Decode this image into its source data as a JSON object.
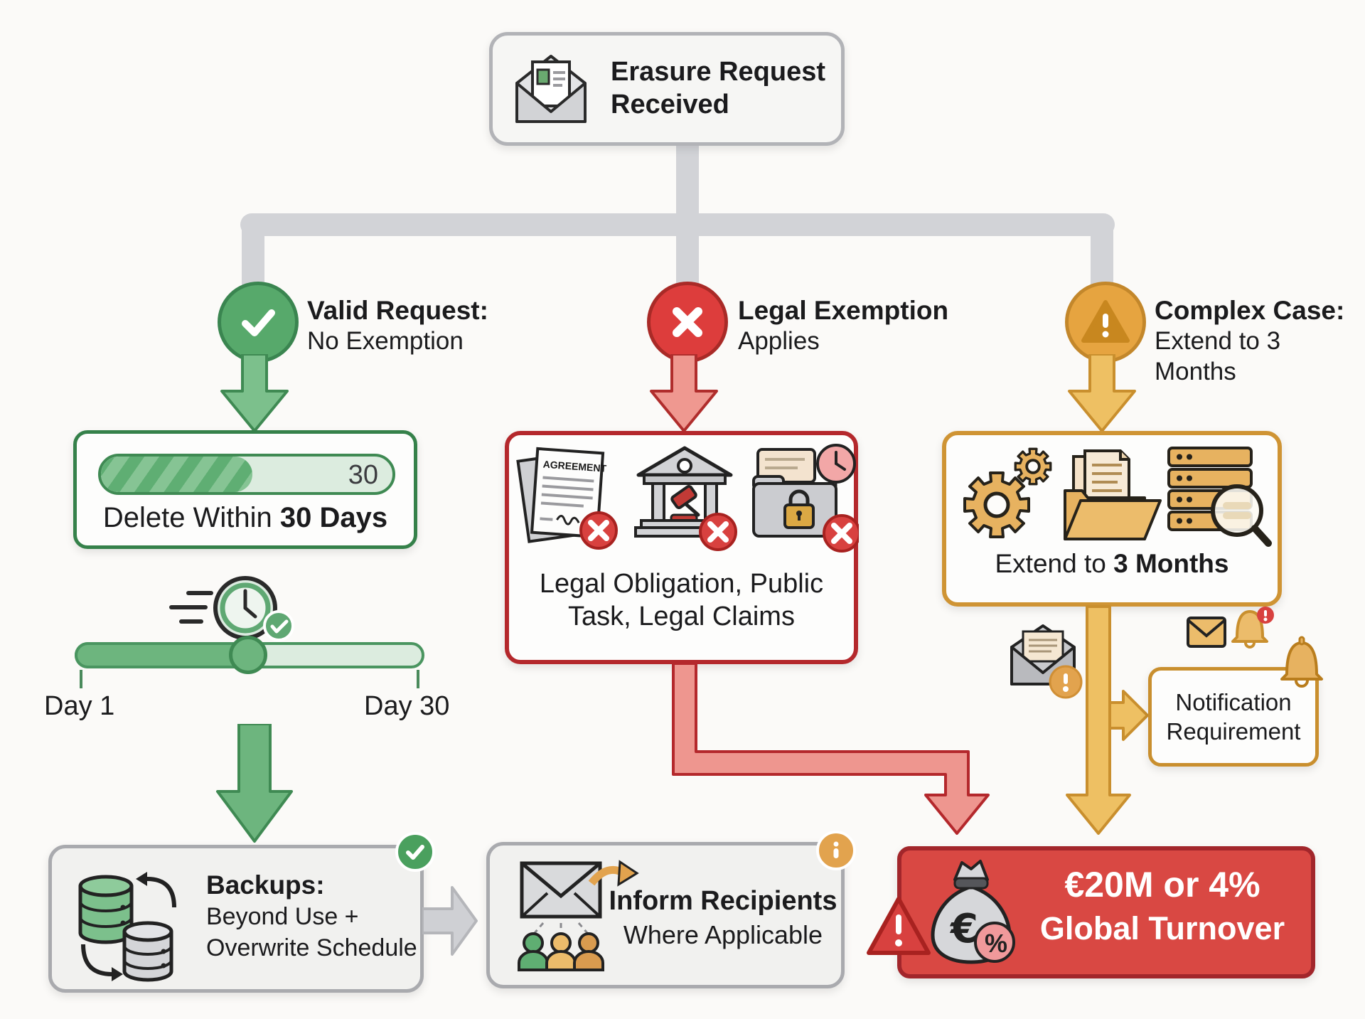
{
  "colors": {
    "background": "#fbfaf8",
    "connector_gray": "#d2d3d7",
    "green": "#57a96b",
    "green_dark": "#3a8550",
    "green_light": "#dcecdf",
    "red": "#dd3d3c",
    "red_dark": "#b4282c",
    "red_path": "#ee968f",
    "orange": "#e6a440",
    "orange_dark": "#c98f2e",
    "orange_path": "#eec063",
    "fine_box_fill": "#d94843",
    "text": "#1b1b1d"
  },
  "root_box": {
    "line1": "Erasure Request",
    "line2": "Received"
  },
  "branch_valid": {
    "bold": "Valid Request:",
    "rest": "No Exemption"
  },
  "branch_exemption": {
    "bold": "Legal Exemption",
    "rest": "Applies"
  },
  "branch_complex": {
    "bold": "Complex Case:",
    "rest": "Extend to 3 Months"
  },
  "delete_box": {
    "bar_value": "30",
    "caption_pre": "Delete Within ",
    "caption_bold": "30 Days"
  },
  "timeline": {
    "start": "Day 1",
    "end": "Day 30"
  },
  "backups_box": {
    "title": "Backups:",
    "line2": "Beyond Use +",
    "line3": "Overwrite Schedule"
  },
  "inform_box": {
    "line1": "Inform Recipients",
    "line2": "Where Applicable"
  },
  "exemption_box": {
    "doc_label": "AGREEMENT",
    "caption1": "Legal Obligation, Public",
    "caption2": "Task, Legal Claims"
  },
  "extend_box": {
    "caption_pre": "Extend to ",
    "caption_bold": "3 Months"
  },
  "notification_box": {
    "line1": "Notification",
    "line2": "Requirement"
  },
  "fine_box": {
    "line1": "€20M or 4%",
    "line2": "Global Turnover"
  },
  "icons": {
    "root": "open-envelope-letter",
    "valid": "check-circle",
    "exemption": "x-circle",
    "complex": "warning-circle",
    "timer": "clock-speed-check",
    "backups": "database-sync",
    "inform": "envelope-people",
    "exemption_items": [
      "agreement-document-x",
      "courthouse-gavel-x",
      "folder-lock-clock-x"
    ],
    "extend_items": [
      "gears",
      "folder-documents",
      "server-magnifier"
    ],
    "notification": [
      "envelope",
      "bell-alert",
      "bell"
    ],
    "fine": [
      "money-bag-euro-percent",
      "warning-triangle"
    ]
  }
}
